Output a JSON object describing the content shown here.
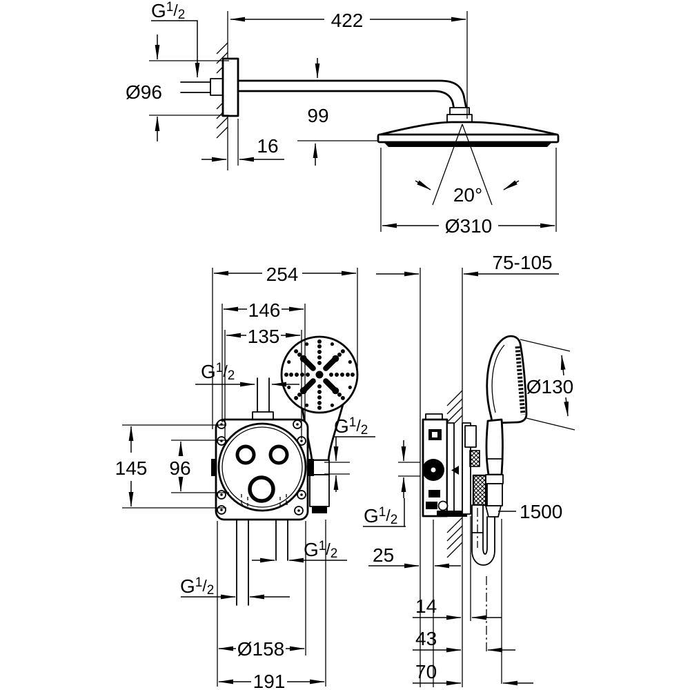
{
  "drawing": {
    "background": "#ffffff",
    "ink": "#000000",
    "thread": {
      "base": "G",
      "sup": "1",
      "slash": "/",
      "sub": "2"
    },
    "top_view": {
      "arm_length": "422",
      "head_drop": "99",
      "flange_depth": "16",
      "flange_diameter": "Ø96",
      "spray_angle": "20°",
      "head_diameter": "Ø310"
    },
    "front_view": {
      "overall_width": "254",
      "inlet_offset": "146",
      "pipe_offset": "135",
      "body_height": "145",
      "hole_spacing": "96",
      "trim_diameter": "Ø158",
      "lower_width": "191"
    },
    "side_view": {
      "rough_in_depth": "75-105",
      "handshower_diameter": "Ø130",
      "hose_length": "1500",
      "min_clearance": "25",
      "trim_depth": "14",
      "hose_offset": "43",
      "handle_offset": "70"
    }
  }
}
